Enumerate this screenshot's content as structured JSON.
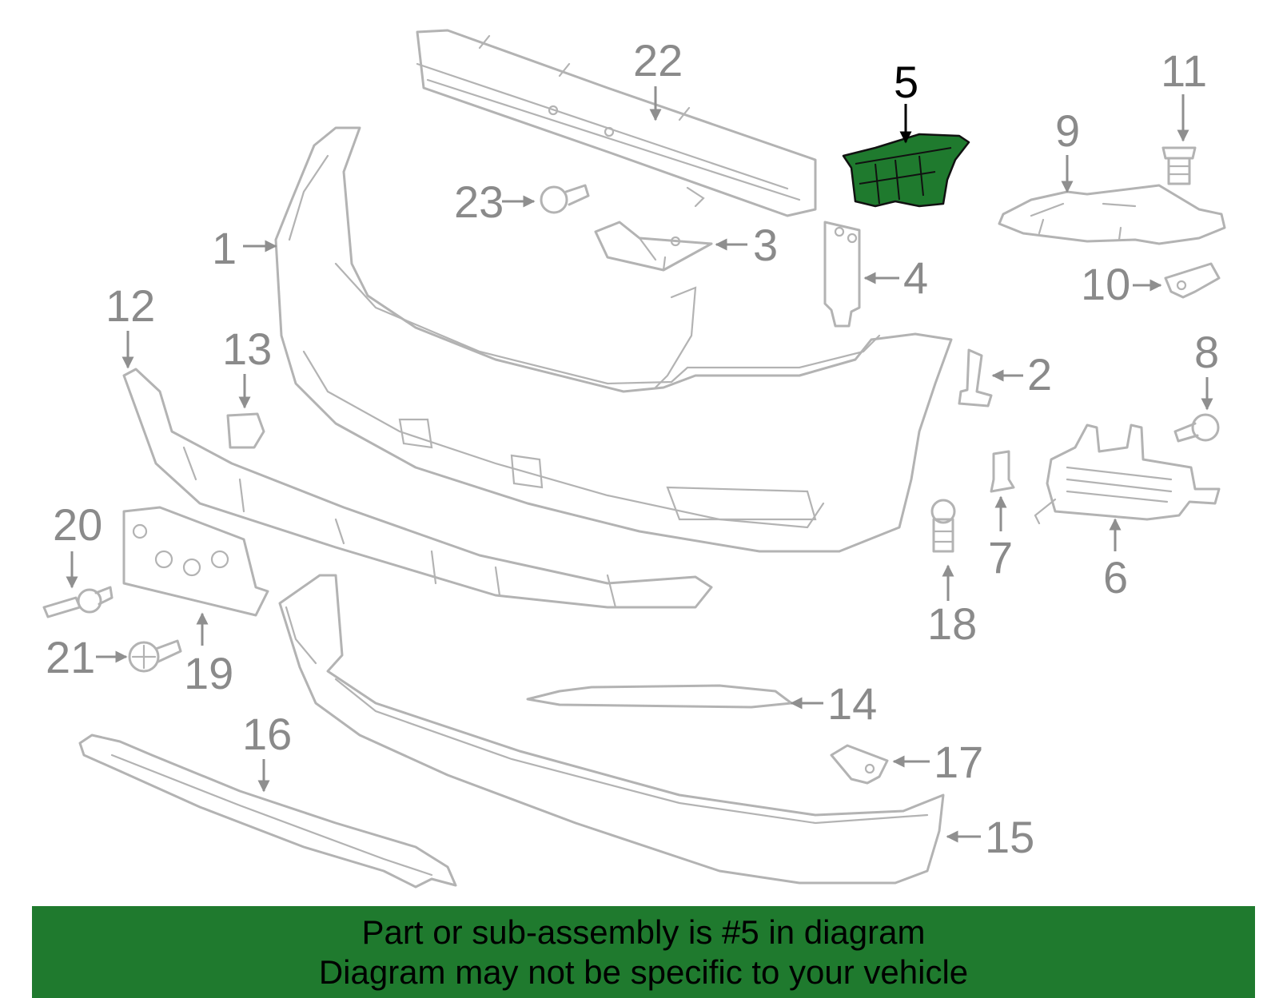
{
  "diagram": {
    "highlight_color": "#1f7a2e",
    "line_color": "#b3b3b3",
    "highlighted_part": "5",
    "callouts": [
      "1",
      "2",
      "3",
      "4",
      "5",
      "6",
      "7",
      "8",
      "9",
      "10",
      "11",
      "12",
      "13",
      "14",
      "15",
      "16",
      "17",
      "18",
      "19",
      "20",
      "21",
      "22",
      "23"
    ]
  },
  "banner": {
    "line1": "Part or sub-assembly is #5 in diagram",
    "line2": "Diagram may not be specific to your vehicle"
  }
}
